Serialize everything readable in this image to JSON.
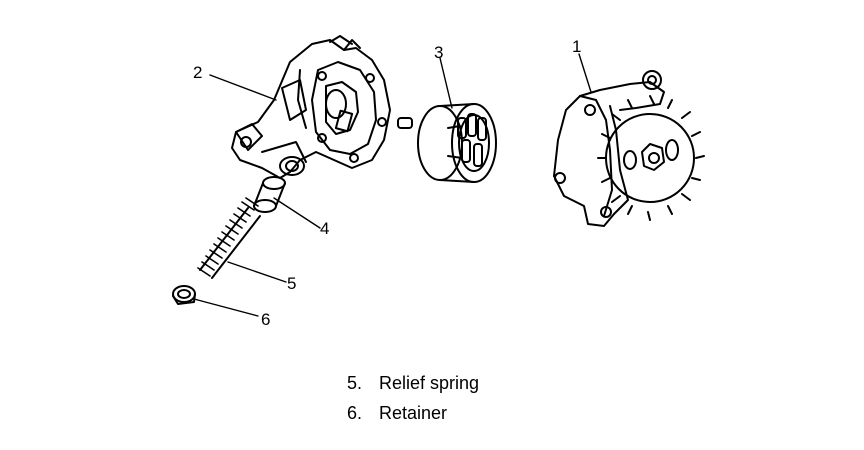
{
  "diagram": {
    "callouts": [
      {
        "id": "1",
        "label": "1"
      },
      {
        "id": "2",
        "label": "2"
      },
      {
        "id": "3",
        "label": "3"
      },
      {
        "id": "4",
        "label": "4"
      },
      {
        "id": "5",
        "label": "5"
      },
      {
        "id": "6",
        "label": "6"
      }
    ],
    "legend": [
      {
        "number": "5.",
        "text": "Relief spring"
      },
      {
        "number": "6.",
        "text": "Retainer"
      }
    ]
  }
}
